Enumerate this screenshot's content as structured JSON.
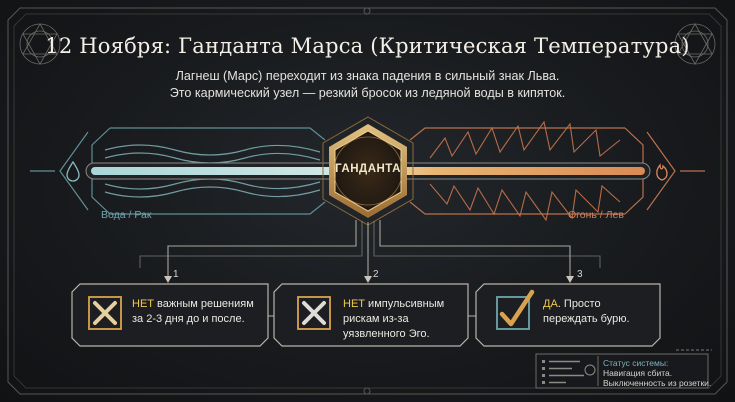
{
  "header": {
    "title": "12 Ноября: Ганданта Марса (Критическая Температура)",
    "subtitle_line1": "Лагнеш (Марс) переходит из знака падения в сильный знак Льва.",
    "subtitle_line2": "Это кармический узел — резкий бросок из ледяной воды в кипяток."
  },
  "axis": {
    "left_label": "Вода / Рак",
    "right_label": "Огонь / Лев",
    "center_label": "ГАНДАНТА"
  },
  "cards": [
    {
      "number": "1",
      "icon": "x-mark-icon",
      "accent": "НЕТ",
      "text": " важным решениям за 2-3 дня до и после."
    },
    {
      "number": "2",
      "icon": "x-mark-icon",
      "accent": "НЕТ",
      "text": " импульсивным рискам из-за уязвленного Эго."
    },
    {
      "number": "3",
      "icon": "checkmark-icon",
      "accent": "ДА",
      "text": ". Просто переждать бурю."
    }
  ],
  "status": {
    "title": "Статус системы:",
    "line1": "Навигация сбита.",
    "line2": "Выключенность из розетки."
  },
  "colors": {
    "water": "#6fa6ad",
    "fire": "#c9825e",
    "gold": "#d4a25a",
    "accent": "#f2c94c",
    "background": "#141618"
  }
}
